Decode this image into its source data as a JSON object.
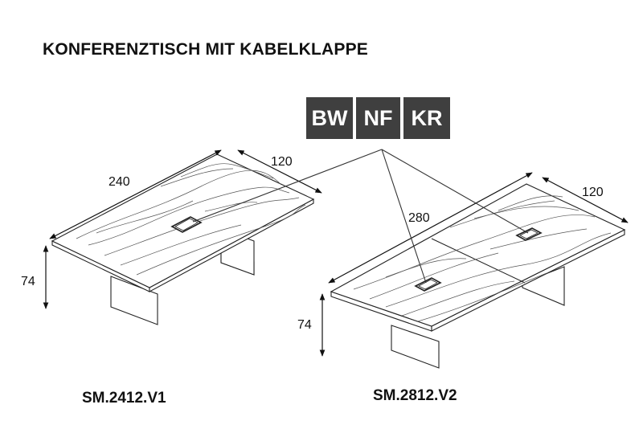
{
  "title": "KONFERENZTISCH MIT KABELKLAPPE",
  "badges": [
    "BW",
    "NF",
    "KR"
  ],
  "table1": {
    "model": "SM.2412.V1",
    "length_label": "240",
    "width_label": "120",
    "height_label": "74"
  },
  "table2": {
    "model": "SM.2812.V2",
    "length_label": "280",
    "width_label": "120",
    "height_label": "74"
  },
  "colors": {
    "badge_bg": "#3f3f3f",
    "badge_text": "#ffffff",
    "line": "#222222"
  }
}
